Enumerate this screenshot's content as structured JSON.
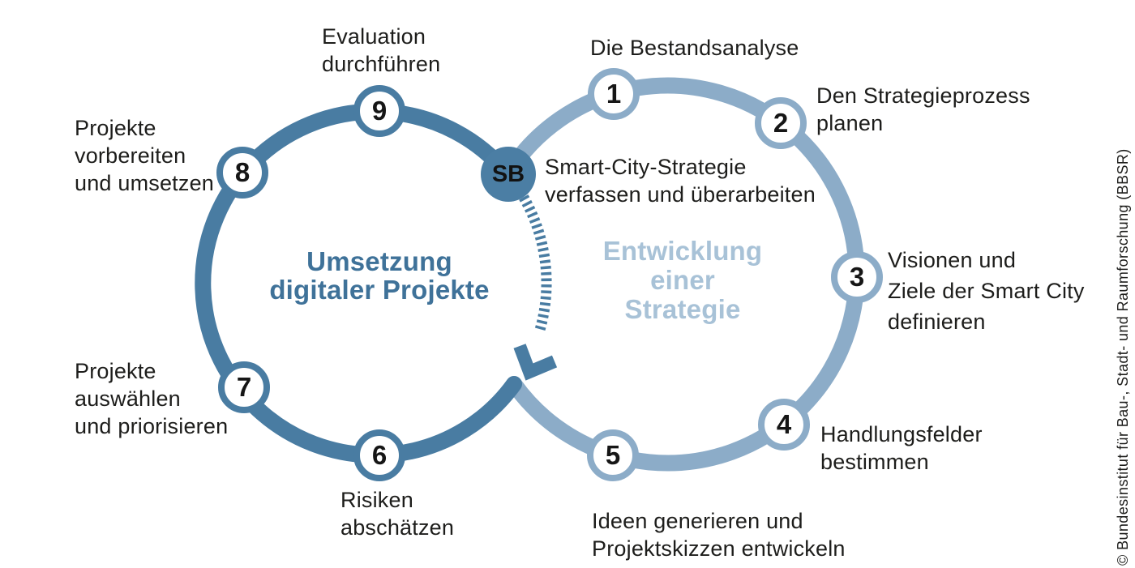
{
  "diagram": {
    "left_cycle": {
      "title": "Umsetzung\ndigitaler Projekte",
      "accent_color": "#497CA2",
      "title_color": "#3F7299",
      "nodes": [
        {
          "id": "6",
          "label": "Risiken\nabschätzen"
        },
        {
          "id": "7",
          "label": "Projekte\nauswählen\nund priorisieren"
        },
        {
          "id": "8",
          "label": "Projekte\nvorbereiten\nund umsetzen"
        },
        {
          "id": "9",
          "label": "Evaluation\ndurchführen"
        }
      ]
    },
    "right_cycle": {
      "title": "Entwicklung\neiner\nStrategie",
      "accent_color": "#8CACC8",
      "title_color": "#A8C2D7",
      "nodes": [
        {
          "id": "1",
          "label": "Die Bestandsanalyse"
        },
        {
          "id": "2",
          "label": "Den Strategieprozess\nplanen"
        },
        {
          "id": "3",
          "label": "Visionen und\nZiele der Smart City\ndefinieren"
        },
        {
          "id": "4",
          "label": "Handlungsfelder\nbestimmen"
        },
        {
          "id": "5",
          "label": "Ideen generieren und\nProjektskizzen entwickeln"
        }
      ]
    },
    "junction": {
      "id": "SB",
      "label": "Smart-City-Strategie\nverfassen und überarbeiten",
      "fill_color": "#4B7EA4"
    },
    "text_color": "#1D1D1B",
    "background_color": "#FFFFFF"
  },
  "credit": "© Bundesinstitut für Bau-, Stadt- und Raumforschung (BBSR)"
}
